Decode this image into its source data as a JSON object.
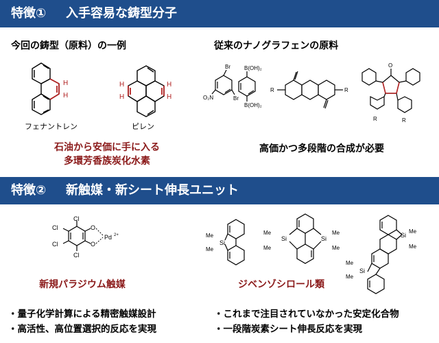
{
  "section1": {
    "banner_number": "特徴①",
    "banner_title": "入手容易な鋳型分子",
    "left_heading": "今回の鋳型（原料）の一例",
    "right_heading": "従来のナノグラフェンの原料",
    "mol1_name": "フェナントレン",
    "mol2_name": "ピレン",
    "highlight_line1": "石油から安価に手に入る",
    "highlight_line2": "多環芳香族炭化水素",
    "right_note": "高価かつ多段階の合成が必要"
  },
  "section2": {
    "banner_number": "特徴②",
    "banner_title": "新触媒・新シート伸長ユニット",
    "catalyst_name": "新規パラジウム触媒",
    "silole_name": "ジベンゾシロール類",
    "left_bullets": [
      "量子化学計算による精密触媒設計",
      "高活性、高位置選択的反応を実現"
    ],
    "right_bullets": [
      "これまで注目されていなかった安定化合物",
      "一段階炭素シート伸長反応を実現"
    ]
  },
  "atom_labels": {
    "H": "H",
    "Br": "Br",
    "O2N": "O₂N",
    "BOH2": "B(OH)₂",
    "R": "R",
    "O": "O",
    "Cl": "Cl",
    "Pd": "Pd",
    "Pd_charge": "2+",
    "Si": "Si",
    "Me": "Me"
  },
  "colors": {
    "banner": "#1f4e8c",
    "highlight": "#8b1a1a",
    "bullet_text": "#000000"
  }
}
